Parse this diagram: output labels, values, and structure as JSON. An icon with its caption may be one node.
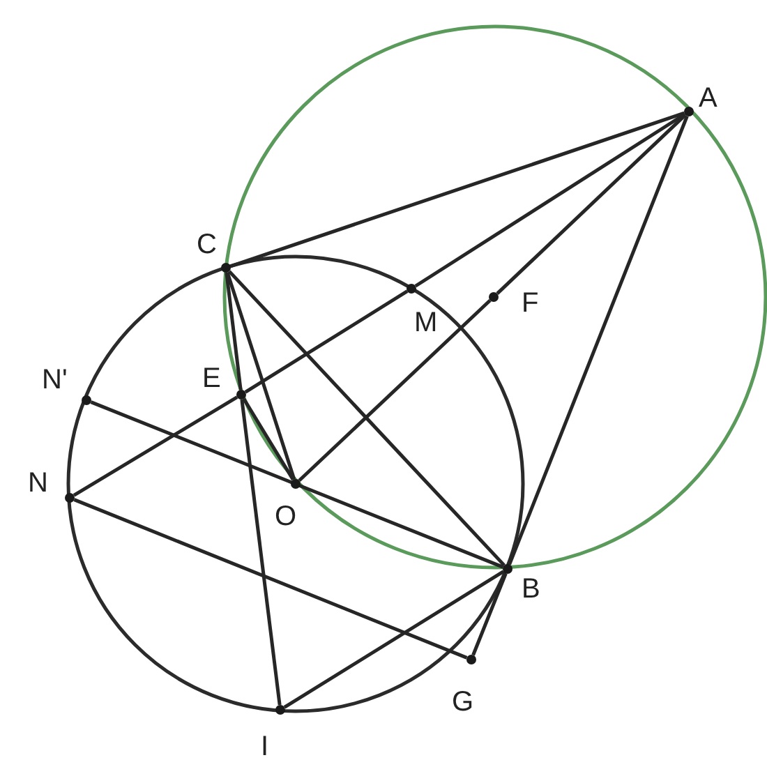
{
  "diagram": {
    "nodes": [
      {
        "text": [
          "A"
        ]
      },
      {
        "text": [
          "C"
        ]
      },
      {
        "text": [
          "M"
        ]
      },
      {
        "text": [
          "F"
        ]
      },
      {
        "text": [
          "E"
        ]
      },
      {
        "text": [
          "N'"
        ]
      },
      {
        "text": [
          "N"
        ]
      },
      {
        "text": [
          "O"
        ]
      },
      {
        "text": [
          "B"
        ]
      },
      {
        "text": [
          "G"
        ]
      },
      {
        "text": [
          "I"
        ]
      }
    ],
    "edges": [
      {
        "from": 1,
        "to": 0,
        "arrow": "none"
      },
      {
        "from": 6,
        "to": 4,
        "arrow": "none"
      },
      {
        "from": 4,
        "to": 2,
        "arrow": "none"
      },
      {
        "from": 2,
        "to": 0,
        "arrow": "none"
      },
      {
        "from": 7,
        "to": 3,
        "arrow": "none"
      },
      {
        "from": 3,
        "to": 0,
        "arrow": "none"
      },
      {
        "from": 0,
        "to": 8,
        "arrow": "none"
      },
      {
        "from": 1,
        "to": 7,
        "arrow": "none"
      },
      {
        "from": 1,
        "to": 8,
        "arrow": "none"
      },
      {
        "from": 1,
        "to": 4,
        "arrow": "none"
      },
      {
        "from": 4,
        "to": 10,
        "arrow": "none"
      },
      {
        "from": 4,
        "to": 7,
        "arrow": "none"
      },
      {
        "from": 5,
        "to": 8,
        "arrow": "none"
      },
      {
        "from": 6,
        "to": 9,
        "arrow": "none"
      },
      {
        "from": 9,
        "to": 8,
        "arrow": "none"
      },
      {
        "from": 10,
        "to": 8,
        "arrow": "none"
      }
    ]
  }
}
